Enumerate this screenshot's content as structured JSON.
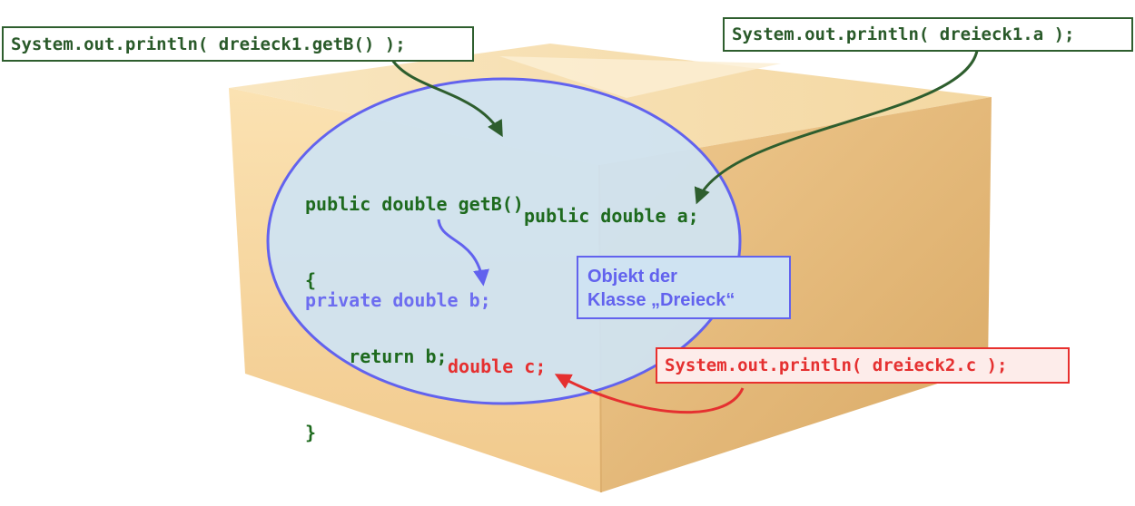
{
  "colors": {
    "box_front": "#f6d49d",
    "box_side": "#e4b775",
    "box_top": "#f8e1b4",
    "object_fill": "#cfe3f2",
    "object_border": "#6262ee",
    "public_green": "#1e6a1e",
    "private_blue": "#6d6df0",
    "default_red": "#e53030"
  },
  "callouts": {
    "getb": "System.out.println( dreieck1.getB() );",
    "a": "System.out.println( dreieck1.a );",
    "c": "System.out.println( dreieck2.c );"
  },
  "object": {
    "method_lines": [
      "public double getB()",
      "{",
      "    return b;",
      "}"
    ],
    "field_a": "public double a;",
    "field_b": "private double b;",
    "field_c": "double c;",
    "label_line1": "Objekt der",
    "label_line2": "Klasse „Dreieck“"
  }
}
